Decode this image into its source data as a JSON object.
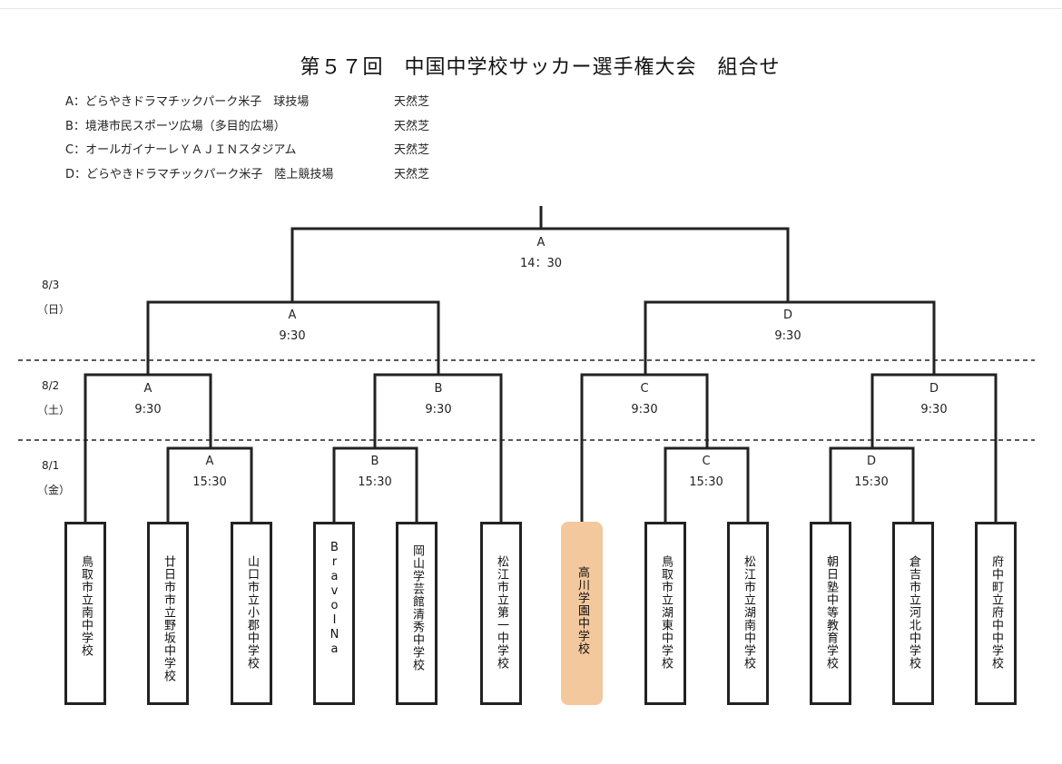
{
  "title": "第５７回　中国中学校サッカー選手権大会　組合せ",
  "venues": [
    {
      "name": "A：どらやきドラマチックパーク米子　球技場",
      "turf": "天然芝"
    },
    {
      "name": "B：境港市民スポーツ広場（多目的広場）",
      "turf": "天然芝"
    },
    {
      "name": "C：オールガイナーレＹＡＪＩＮスタジアム",
      "turf": "天然芝"
    },
    {
      "name": "D：どらやきドラマチックパーク米子　陸上競技場",
      "turf": "天然芝"
    }
  ],
  "dates": [
    {
      "date": "8/3",
      "day": "（日）"
    },
    {
      "date": "8/2",
      "day": "（土）"
    },
    {
      "date": "8/1",
      "day": "（金）"
    }
  ],
  "matches": {
    "final": {
      "venue": "A",
      "time": "14：30"
    },
    "sf1": {
      "venue": "A",
      "time": "9:30"
    },
    "sf2": {
      "venue": "D",
      "time": "9:30"
    },
    "qf1": {
      "venue": "A",
      "time": "9:30"
    },
    "qf2": {
      "venue": "B",
      "time": "9:30"
    },
    "qf3": {
      "venue": "C",
      "time": "9:30"
    },
    "qf4": {
      "venue": "D",
      "time": "9:30"
    },
    "r1a": {
      "venue": "A",
      "time": "15:30"
    },
    "r1b": {
      "venue": "B",
      "time": "15:30"
    },
    "r1c": {
      "venue": "C",
      "time": "15:30"
    },
    "r1d": {
      "venue": "D",
      "time": "15:30"
    }
  },
  "teams": [
    "鳥取市立南中学校",
    "廿日市市立野坂中学校",
    "山口市立小郡中学校",
    "BravoINa",
    "岡山学芸館清秀中学校",
    "松江市立第一中学校",
    "高川学園中学校",
    "鳥取市立湖東中学校",
    "松江市立湖南中学校",
    "朝日塾中等教育学校",
    "倉吉市立河北中学校",
    "府中町立府中中学校"
  ],
  "colors": {
    "line": "#222222",
    "highlight": "#f3c89c",
    "dashed": "#222222"
  }
}
